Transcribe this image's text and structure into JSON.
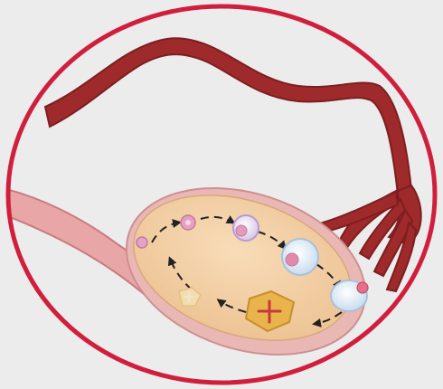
{
  "diagram": {
    "subject": "ovary-and-fallopian-tube",
    "colors": {
      "background": "#ececec",
      "frame": "#d01f3c",
      "tube": "#9e2a2b",
      "tube_dark": "#7d1e20",
      "ligament": "#e8a6a6",
      "ligament_edge": "#c97b7e",
      "ovary": "#f3cfa2",
      "ovary_rim": "#e9b8b5",
      "follicle": "#d98fae",
      "follicle_fill": "#f0dcea",
      "oocyte": "#e86f8a",
      "corpus_luteum": "#e9b44c",
      "corpus_luteum_mark": "#c43a3a",
      "arrow": "#222222"
    },
    "stages": [
      {
        "name": "primordial-follicle"
      },
      {
        "name": "primary-follicle"
      },
      {
        "name": "secondary-follicle"
      },
      {
        "name": "mature-follicle"
      },
      {
        "name": "ovulation"
      },
      {
        "name": "corpus-luteum"
      },
      {
        "name": "corpus-albicans"
      }
    ]
  }
}
